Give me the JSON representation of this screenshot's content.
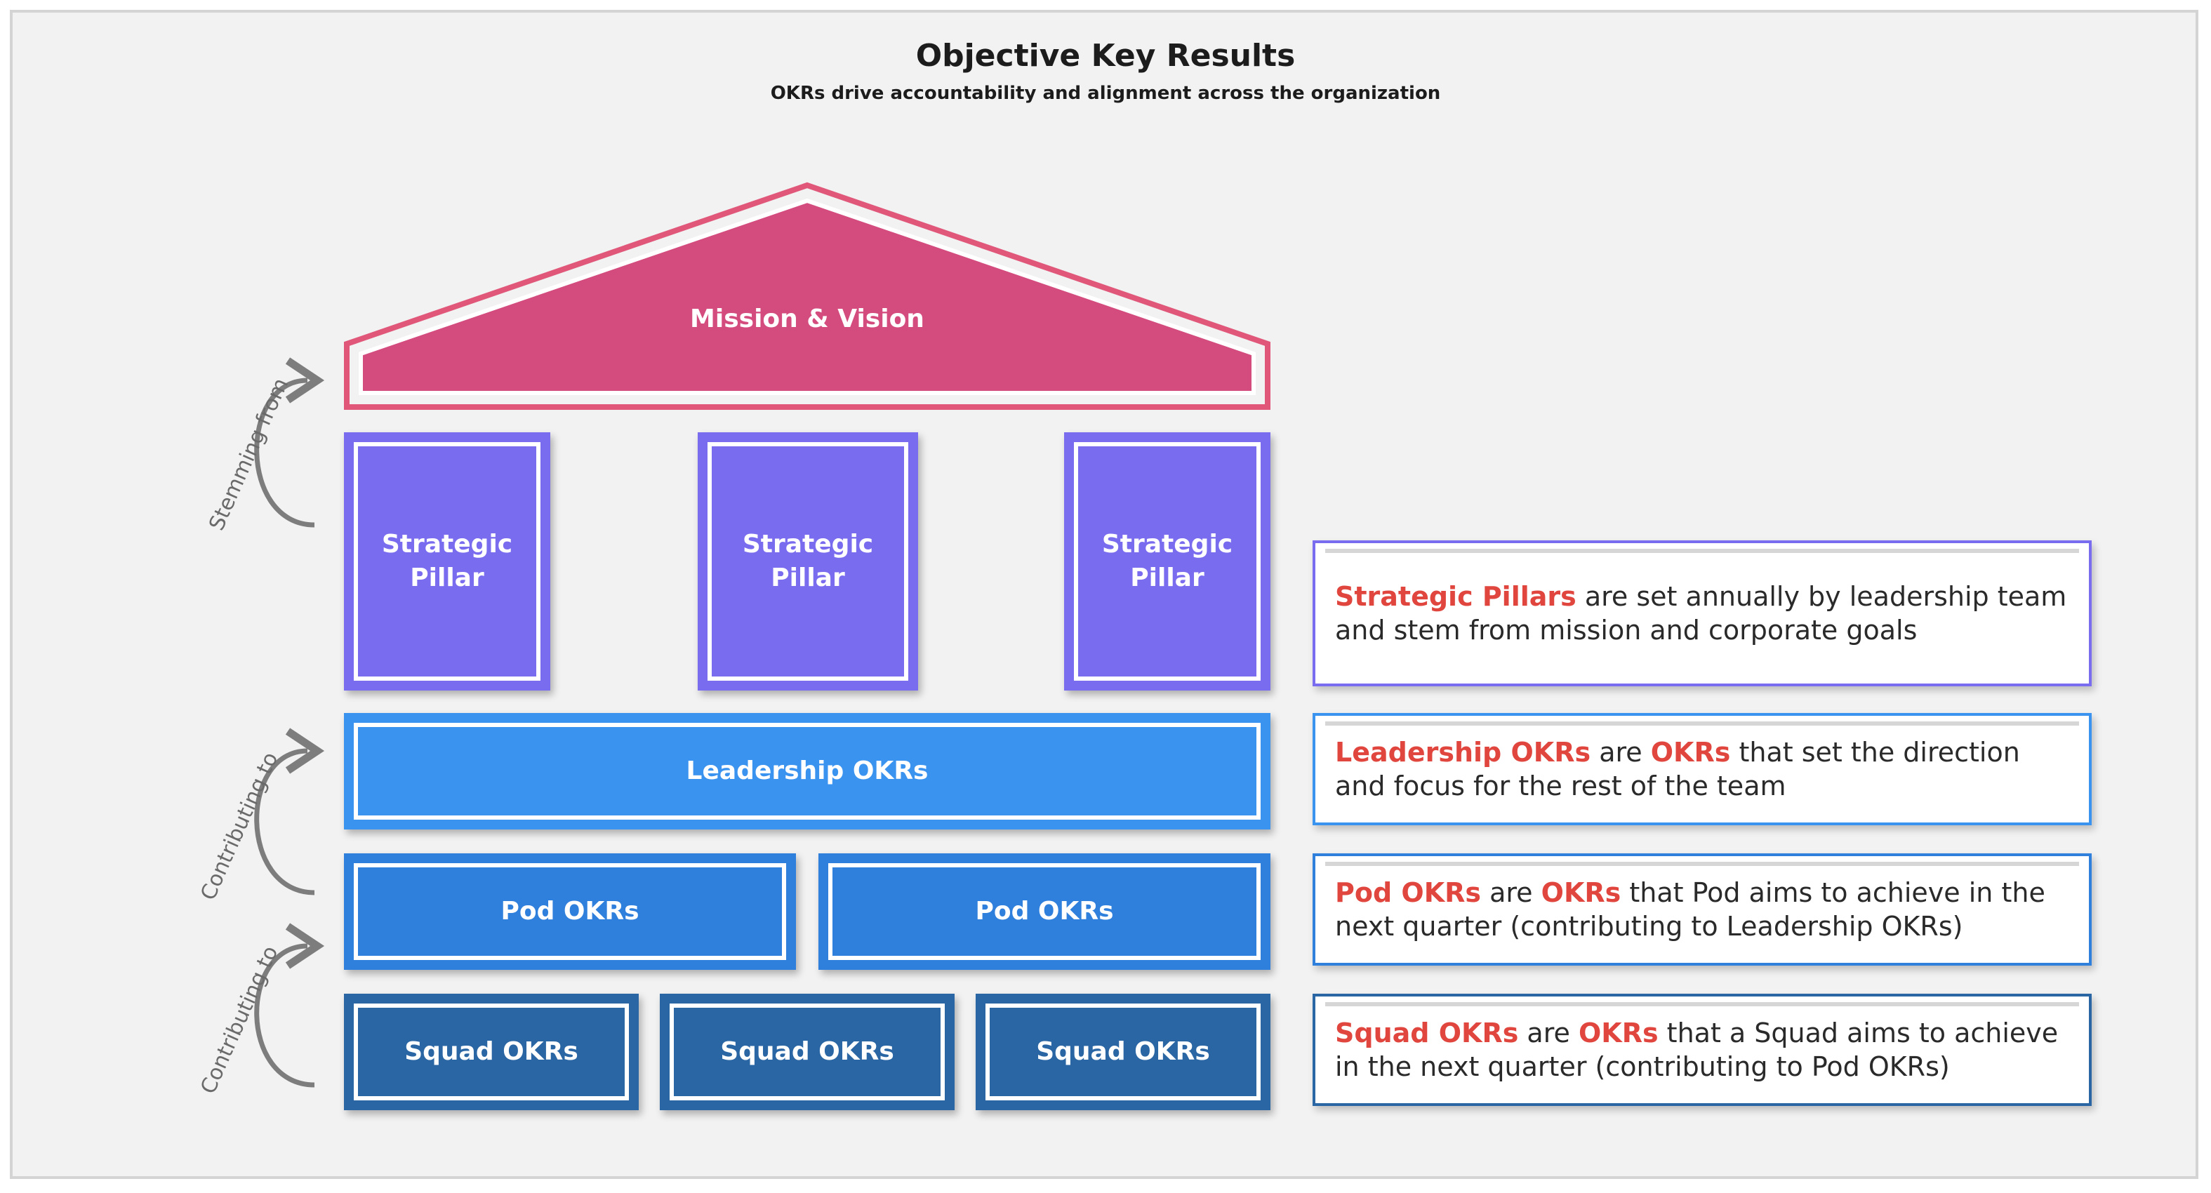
{
  "header": {
    "title": "Objective Key Results",
    "subtitle": "OKRs drive accountability and alignment across the organization"
  },
  "roof": {
    "label": "Mission & Vision"
  },
  "pillars": [
    {
      "label_line1": "Strategic",
      "label_line2": "Pillar"
    },
    {
      "label_line1": "Strategic",
      "label_line2": "Pillar"
    },
    {
      "label_line1": "Strategic",
      "label_line2": "Pillar"
    }
  ],
  "leadership": {
    "label": "Leadership OKRs"
  },
  "pods": [
    {
      "label": "Pod OKRs"
    },
    {
      "label": "Pod OKRs"
    }
  ],
  "squads": [
    {
      "label": "Squad OKRs"
    },
    {
      "label": "Squad OKRs"
    },
    {
      "label": "Squad OKRs"
    }
  ],
  "side_labels": {
    "stemming": "Stemming from",
    "contributing_1": "Contributing to",
    "contributing_2": "Contributing to"
  },
  "notes": {
    "pillars": {
      "highlight": "Strategic Pillars",
      "line1_rest": " are set annually by leadership team",
      "line2": "and stem from mission and corporate goals"
    },
    "leadership": {
      "highlight": "Leadership OKRs",
      "mid": " are ",
      "highlight2": "OKRs",
      "line1_rest": " that set the direction",
      "line2": "and focus for the rest of the team"
    },
    "pod": {
      "highlight": "Pod OKRs",
      "mid": " are ",
      "highlight2": "OKRs",
      "line1_rest": " that Pod aims to achieve in the",
      "line2": "next quarter (contributing to Leadership OKRs)"
    },
    "squad": {
      "highlight": "Squad OKRs",
      "mid": " are ",
      "highlight2": "OKRs",
      "line1_rest": " that a Squad aims to achieve",
      "line2": "in the next quarter (contributing to Pod OKRs)"
    }
  },
  "colors": {
    "roof": "#d44b7e",
    "roof_border": "#e0577a",
    "pillar": "#7a6cef",
    "leadership": "#3b93f0",
    "pod": "#2f7fdc",
    "squad": "#2a66a4",
    "highlight": "#e0463e",
    "arrow": "#7d7d7d"
  }
}
